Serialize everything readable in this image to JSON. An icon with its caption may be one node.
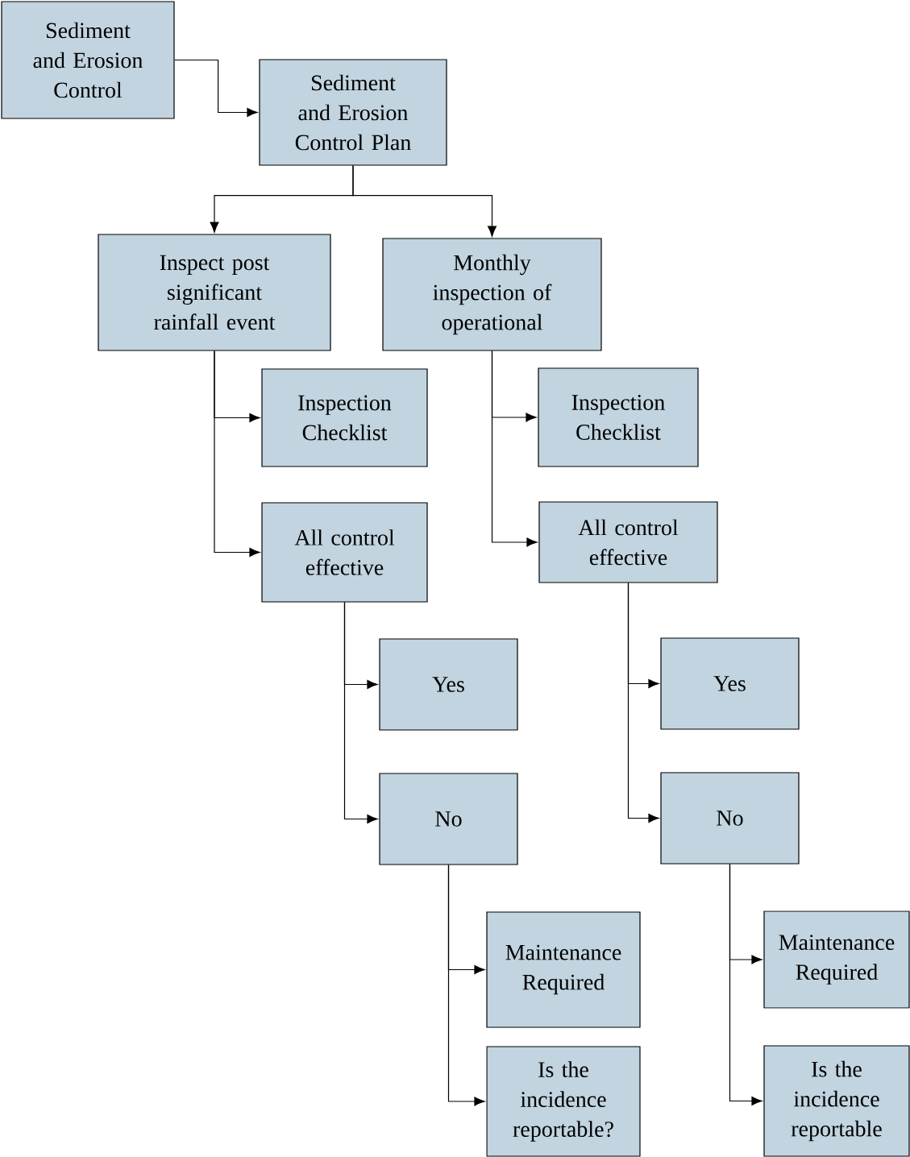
{
  "diagram": {
    "nodes": [
      {
        "text": [
          "Sediment and Erosion Control"
        ]
      },
      {
        "text": [
          "Sediment and Erosion Control Plan"
        ]
      },
      {
        "text": [
          "Inspect post significant rainfall event"
        ]
      },
      {
        "text": [
          "Monthly inspection of operational"
        ]
      },
      {
        "text": [
          "Inspection Checklist"
        ]
      },
      {
        "text": [
          "All control effective"
        ]
      },
      {
        "text": [
          "Inspection Checklist"
        ]
      },
      {
        "text": [
          "All control effective"
        ]
      },
      {
        "text": [
          "Yes"
        ]
      },
      {
        "text": [
          "No"
        ]
      },
      {
        "text": [
          "Yes"
        ]
      },
      {
        "text": [
          "No"
        ]
      },
      {
        "text": [
          "Maintenance Required"
        ]
      },
      {
        "text": [
          "Is the incidence reportable?"
        ]
      },
      {
        "text": [
          "Maintenance Required"
        ]
      },
      {
        "text": [
          "Is the incidence reportable"
        ]
      }
    ],
    "edges": [
      {
        "from": 0,
        "to": 1,
        "arrow": "to"
      },
      {
        "from": 1,
        "to": 2,
        "arrow": "to"
      },
      {
        "from": 1,
        "to": 3,
        "arrow": "to"
      },
      {
        "from": 2,
        "to": 4,
        "arrow": "to"
      },
      {
        "from": 2,
        "to": 5,
        "arrow": "to"
      },
      {
        "from": 3,
        "to": 6,
        "arrow": "to"
      },
      {
        "from": 3,
        "to": 7,
        "arrow": "to"
      },
      {
        "from": 5,
        "to": 8,
        "arrow": "to"
      },
      {
        "from": 5,
        "to": 9,
        "arrow": "to"
      },
      {
        "from": 7,
        "to": 10,
        "arrow": "to"
      },
      {
        "from": 7,
        "to": 11,
        "arrow": "to"
      },
      {
        "from": 9,
        "to": 12,
        "arrow": "to"
      },
      {
        "from": 9,
        "to": 13,
        "arrow": "to"
      },
      {
        "from": 11,
        "to": 14,
        "arrow": "to"
      },
      {
        "from": 11,
        "to": 15,
        "arrow": "to"
      }
    ]
  }
}
